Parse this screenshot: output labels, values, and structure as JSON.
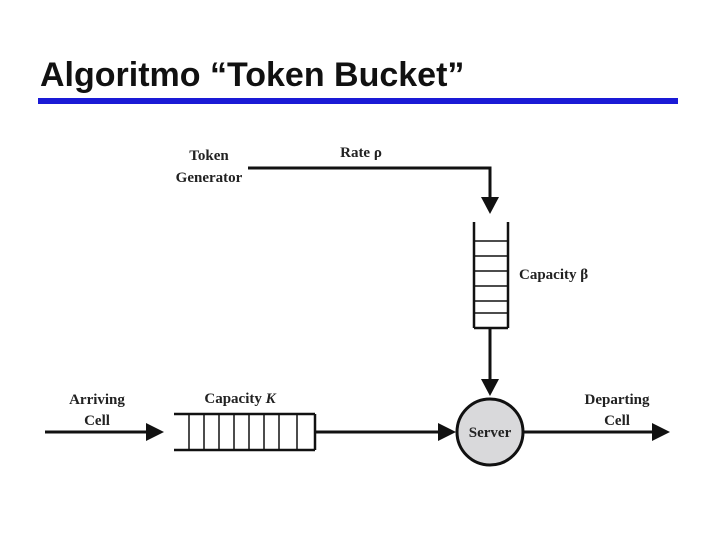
{
  "title": "Algoritmo “Token Bucket”",
  "colors": {
    "accent_rule": "#1a1ad6",
    "server_fill": "#d9d9db",
    "line": "#111111"
  },
  "diagram": {
    "token_generator": [
      "Token",
      "Generator"
    ],
    "rate_label": "Rate ρ",
    "token_capacity_label": "Capacity β",
    "arriving": [
      "Arriving",
      "Cell"
    ],
    "cell_capacity_prefix": "Capacity ",
    "cell_capacity_var": "K",
    "server_label": "Server",
    "departing": [
      "Departing",
      "Cell"
    ]
  }
}
